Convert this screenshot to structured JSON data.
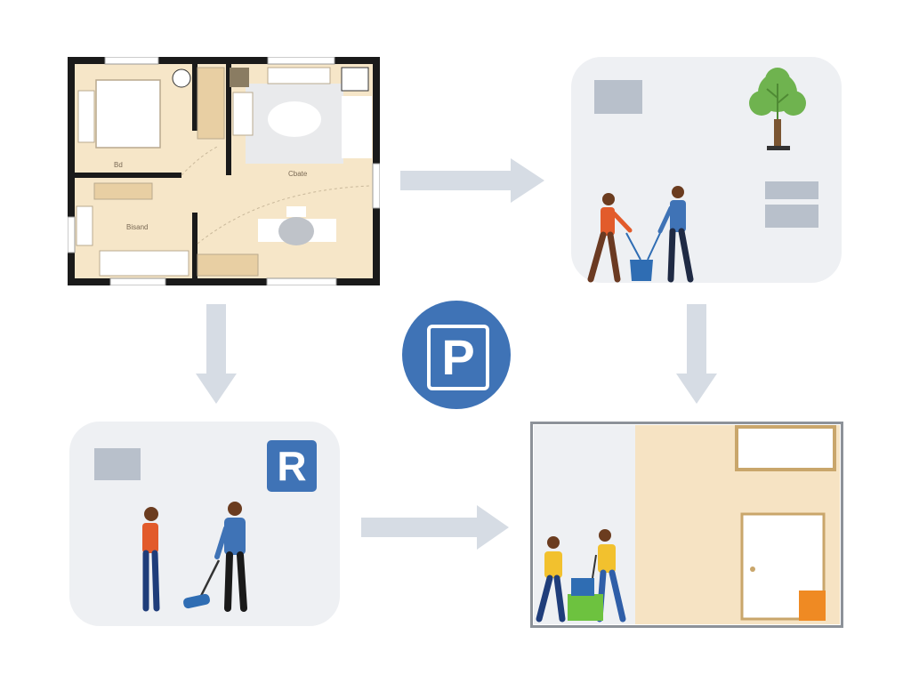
{
  "colors": {
    "panel": "#eef0f3",
    "arrow": "#d6dce4",
    "accent_blue": "#3f73b6",
    "floor_beige": "#f6e6c8",
    "wall": "#1a1a1a"
  },
  "floorplan": {
    "room_labels": [
      "Bd",
      "Cbate",
      "Bisand"
    ]
  },
  "parking_sign": {
    "letter": "P"
  },
  "panel_bottom_left": {
    "badge_letter": "R"
  },
  "icons": [
    "tree-icon",
    "window-icon",
    "bucket-icon",
    "mop-icon",
    "door-icon",
    "trash-bin-icon"
  ]
}
